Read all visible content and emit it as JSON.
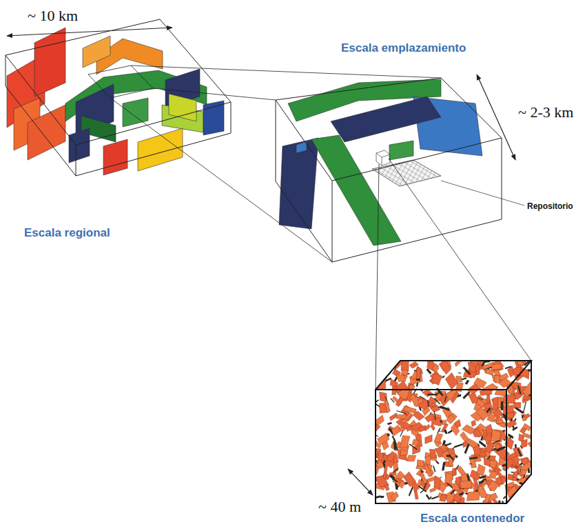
{
  "diagram": {
    "nodes": [
      {
        "text": [
          "Escala regional"
        ]
      },
      {
        "text": [
          "Escala emplazamiento"
        ]
      },
      {
        "text": [
          "Escala contenedor"
        ]
      }
    ],
    "labels": [
      "~ 10 km",
      "~ 2-3 km",
      "Repositorio",
      "~ 40 m"
    ]
  }
}
